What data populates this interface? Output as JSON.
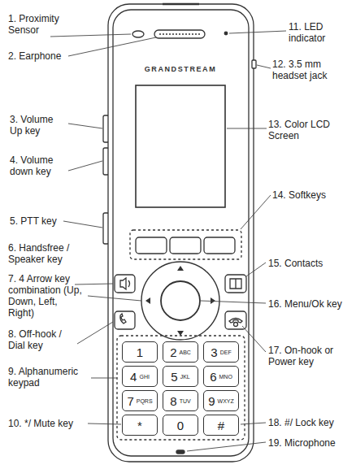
{
  "diagram": {
    "nodes": [
      {
        "text": [
          "1"
        ]
      },
      {
        "text": [
          "2",
          "ABC"
        ]
      },
      {
        "text": [
          "3",
          "DEF"
        ]
      },
      {
        "text": [
          "4",
          "GHI"
        ]
      },
      {
        "text": [
          "5",
          "JKL"
        ]
      },
      {
        "text": [
          "6",
          "MNO"
        ]
      },
      {
        "text": [
          "7",
          "PQRS"
        ]
      },
      {
        "text": [
          "8",
          "TUV"
        ]
      },
      {
        "text": [
          "9",
          "WXYZ"
        ]
      },
      {
        "text": [
          "*"
        ]
      },
      {
        "text": [
          "0"
        ]
      },
      {
        "text": [
          "#"
        ]
      }
    ],
    "labels": [
      "1. Proximity Sensor",
      "2. Earphone",
      "3. Volume Up key",
      "4. Volume down key",
      "5. PTT key",
      "6. Handsfree / Speaker key",
      "7. 4 Arrow key combination (Up, Down, Left, Right)",
      "8. Off-hook / Dial key",
      "9. Alphanumeric keypad",
      "10. */ Mute key",
      "11. LED indicator",
      "12. 3.5 mm headset jack",
      "13. Color LCD Screen",
      "14. Softkeys",
      "15. Contacts",
      "16. Menu/Ok key",
      "17. On-hook or Power key",
      "18. #/ Lock key",
      "19. Microphone",
      "GRANDSTREAM"
    ]
  }
}
